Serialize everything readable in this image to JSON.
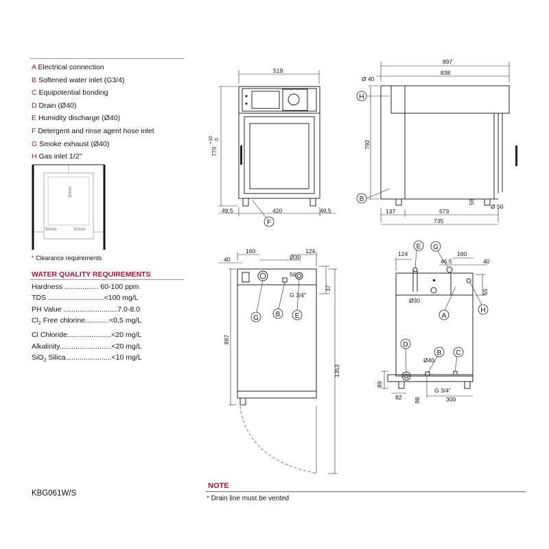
{
  "legend": [
    {
      "key": "A",
      "text": "Electrical connection"
    },
    {
      "key": "B",
      "text": "Softened water inlet (G3/4)"
    },
    {
      "key": "C",
      "text": "Equipotential bonding"
    },
    {
      "key": "D",
      "text": "Drain (Ø40)"
    },
    {
      "key": "E",
      "text": "Humidity discharge (Ø40)"
    },
    {
      "key": "F",
      "text": "Detergent  and rinse agent hose inlet"
    },
    {
      "key": "G",
      "text": "Smoke exhaust (Ø40)"
    },
    {
      "key": "H",
      "text": "Gas inlet 1/2\""
    }
  ],
  "clearance": {
    "caption": "Clearance requirements",
    "star": "*",
    "dims": {
      "side_left": "50mm",
      "side_right": "50mm",
      "back": "50mm"
    }
  },
  "water_quality": {
    "title": "WATER QUALITY REQUIREMENTS",
    "rows": [
      {
        "pre": "Hardness",
        "sub": "",
        "post": "",
        "dots": " .................",
        "value": " 60-100 ppm"
      },
      {
        "pre": "TDS",
        "sub": "",
        "post": "",
        "dots": " ............................",
        "value": "<100 mg/L"
      },
      {
        "pre": "PH Value",
        "sub": "",
        "post": "",
        "dots": " ...........................",
        "value": "7.0-8.0"
      },
      {
        "pre": "Cl",
        "sub": "2",
        "post": " Free chlorine",
        "dots": "............",
        "value": "<0,5 mg/L"
      },
      {
        "pre": "Cl Chloride",
        "sub": "",
        "post": "",
        "dots": "......................",
        "value": "<20 mg/L"
      },
      {
        "pre": "Alkalinity",
        "sub": "",
        "post": "",
        "dots": "..........................",
        "value": "<20 mg/L"
      },
      {
        "pre": "SiO",
        "sub": "2",
        "post": " Silica",
        "dots": ".......................",
        "value": "<10 mg/L"
      }
    ]
  },
  "model": "KBG061W/S",
  "note": {
    "title": "NOTE",
    "star": "*",
    "text": " Drain line must be vented"
  },
  "drawing": {
    "front": {
      "width": "519",
      "height": "770",
      "height_tol_plus": "+10",
      "height_tol_minus": "0",
      "left": "49,5",
      "mid": "420",
      "right": "49,5",
      "bubble": "F"
    },
    "side": {
      "overall": "897",
      "depth": "838",
      "pipe": "Ø 40",
      "height": "792",
      "base": "137",
      "mid": "573",
      "foot": "56",
      "foot_dia": "Ø 50",
      "total": "735",
      "bubbles": [
        "H",
        "B"
      ]
    },
    "top": {
      "d160": "160",
      "d124": "124",
      "d40": "40",
      "d30": "Ø30",
      "d56": "56",
      "d37": "37",
      "g34": "G 3/4\"",
      "height": "897",
      "swing": "1353",
      "bubbles": [
        "G",
        "B",
        "E"
      ]
    },
    "back": {
      "d124": "124",
      "d160": "160",
      "d46": "46.5",
      "d40": "40",
      "d55": "55",
      "d30": "Ø30",
      "d40b": "Ø40",
      "d89": "89",
      "d82": "82",
      "d98": "98",
      "g34": "G 3/4\"",
      "d300": "300",
      "bubbles": [
        "E",
        "G",
        "A",
        "H",
        "D",
        "B",
        "C"
      ]
    }
  }
}
